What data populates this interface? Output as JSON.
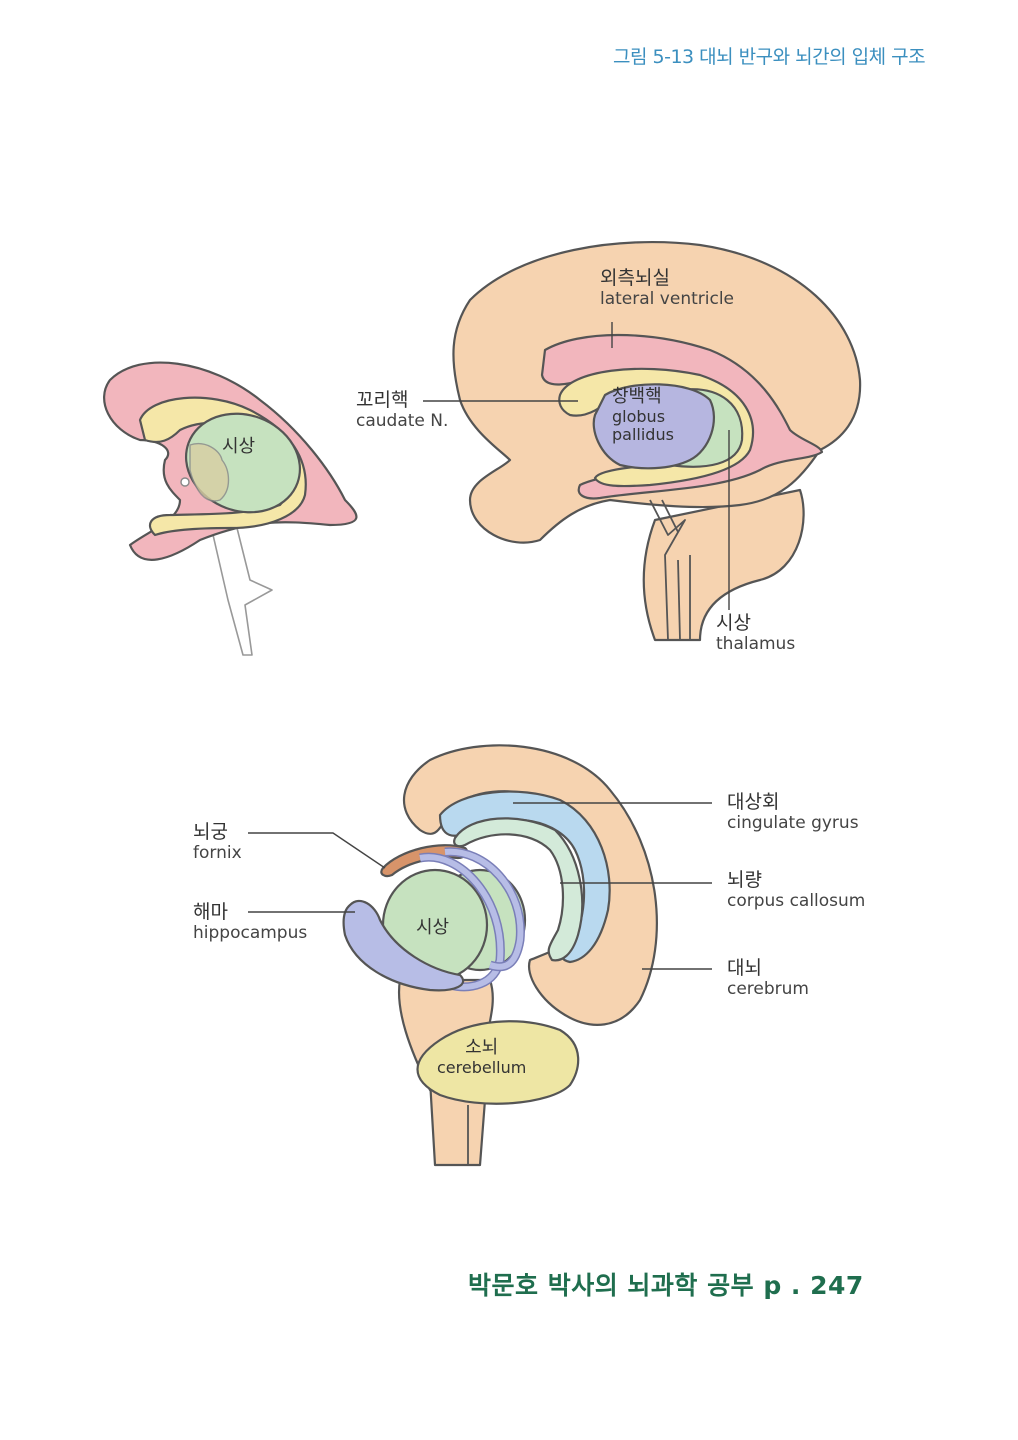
{
  "caption": "그림 5-13 대뇌 반구와 뇌간의 입체 구조",
  "footer": "박문호 박사의 뇌과학 공부 p . 247",
  "colors": {
    "caption": "#3b8fbf",
    "footer": "#1f6e4e",
    "cerebrum": "#f6d3b0",
    "ventricle": "#f2b6bd",
    "caudate": "#f5e7a8",
    "globus_pallidus": "#b6b6e0",
    "thalamus": "#c6e2bf",
    "cingulate": "#b9d9ef",
    "callosum": "#d3ead9",
    "fornix": "#d8946a",
    "hippocampus": "#b7bde6",
    "cerebellum": "#eee6a4"
  },
  "figure_left": {
    "thalamus_label": "시상"
  },
  "figure_right": {
    "lateral_ventricle": {
      "ko": "외측뇌실",
      "en": "lateral ventricle"
    },
    "caudate": {
      "ko": "꼬리핵",
      "en": "caudate N."
    },
    "globus_pallidus": {
      "ko": "창백핵",
      "en1": "globus",
      "en2": "pallidus"
    },
    "thalamus": {
      "ko": "시상",
      "en": "thalamus"
    }
  },
  "figure_bottom": {
    "fornix": {
      "ko": "뇌궁",
      "en": "fornix"
    },
    "hippocampus": {
      "ko": "해마",
      "en": "hippocampus"
    },
    "thalamus_label": "시상",
    "cingulate": {
      "ko": "대상회",
      "en": "cingulate gyrus"
    },
    "callosum": {
      "ko": "뇌량",
      "en": "corpus callosum"
    },
    "cerebrum": {
      "ko": "대뇌",
      "en": "cerebrum"
    },
    "cerebellum": {
      "ko": "소뇌",
      "en": "cerebellum"
    }
  }
}
